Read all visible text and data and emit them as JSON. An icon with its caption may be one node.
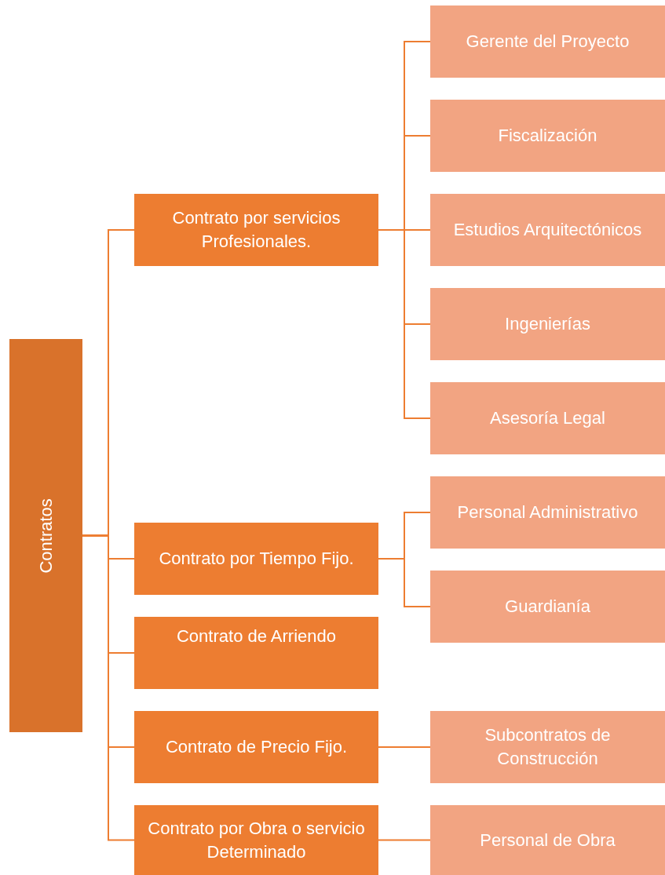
{
  "diagram": {
    "nodes": [
      {
        "text": [
          "Contratos"
        ]
      },
      {
        "text": [
          "Contrato por servicios Profesionales."
        ]
      },
      {
        "text": [
          "Gerente del Proyecto"
        ]
      },
      {
        "text": [
          "Fiscalización"
        ]
      },
      {
        "text": [
          "Estudios Arquitectónicos"
        ]
      },
      {
        "text": [
          "Ingenierías"
        ]
      },
      {
        "text": [
          "Asesoría Legal"
        ]
      },
      {
        "text": [
          "Contrato por Tiempo Fijo."
        ]
      },
      {
        "text": [
          "Personal Administrativo"
        ]
      },
      {
        "text": [
          "Guardianía"
        ]
      },
      {
        "text": [
          "Contrato de Arriendo"
        ]
      },
      {
        "text": [
          "Contrato de Precio Fijo."
        ]
      },
      {
        "text": [
          "Subcontratos de Construcción"
        ]
      },
      {
        "text": [
          "Contrato por Obra o servicio Determinado"
        ]
      },
      {
        "text": [
          "Personal de Obra"
        ]
      }
    ],
    "edges": [
      {
        "from": 0,
        "to": 1,
        "arrow": "none"
      },
      {
        "from": 0,
        "to": 7,
        "arrow": "none"
      },
      {
        "from": 0,
        "to": 10,
        "arrow": "none"
      },
      {
        "from": 0,
        "to": 11,
        "arrow": "none"
      },
      {
        "from": 0,
        "to": 13,
        "arrow": "none"
      },
      {
        "from": 1,
        "to": 2,
        "arrow": "none"
      },
      {
        "from": 1,
        "to": 3,
        "arrow": "none"
      },
      {
        "from": 1,
        "to": 4,
        "arrow": "none"
      },
      {
        "from": 1,
        "to": 5,
        "arrow": "none"
      },
      {
        "from": 1,
        "to": 6,
        "arrow": "none"
      },
      {
        "from": 7,
        "to": 8,
        "arrow": "none"
      },
      {
        "from": 7,
        "to": 9,
        "arrow": "none"
      },
      {
        "from": 11,
        "to": 12,
        "arrow": "none"
      },
      {
        "from": 13,
        "to": 14,
        "arrow": "none"
      }
    ]
  }
}
